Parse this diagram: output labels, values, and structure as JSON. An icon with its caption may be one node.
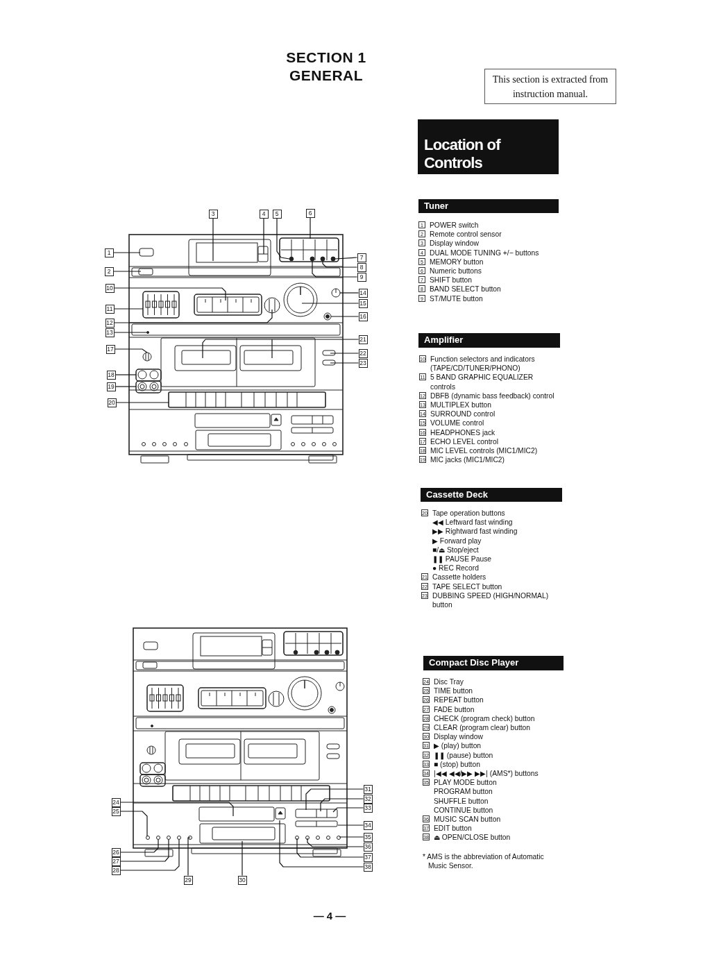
{
  "diagram": {
    "title": "SECTION 1 GENERAL",
    "nodes": [
      {
        "text": [
          "This section is extracted from instruction manual."
        ]
      },
      {
        "text": [
          "Location of Controls"
        ]
      },
      {
        "text": [
          "Tuner"
        ]
      },
      {
        "text": [
          "Amplifier"
        ]
      },
      {
        "text": [
          "Cassette Deck"
        ]
      },
      {
        "text": [
          "Compact Disc Player"
        ]
      },
      {
        "text": [
          "1"
        ]
      },
      {
        "text": [
          "2"
        ]
      },
      {
        "text": [
          "3"
        ]
      },
      {
        "text": [
          "4"
        ]
      },
      {
        "text": [
          "5"
        ]
      },
      {
        "text": [
          "6"
        ]
      },
      {
        "text": [
          "7"
        ]
      },
      {
        "text": [
          "8"
        ]
      },
      {
        "text": [
          "9"
        ]
      },
      {
        "text": [
          "10"
        ]
      },
      {
        "text": [
          "11"
        ]
      },
      {
        "text": [
          "12"
        ]
      },
      {
        "text": [
          "13"
        ]
      },
      {
        "text": [
          "14"
        ]
      },
      {
        "text": [
          "15"
        ]
      },
      {
        "text": [
          "16"
        ]
      },
      {
        "text": [
          "17"
        ]
      },
      {
        "text": [
          "18"
        ]
      },
      {
        "text": [
          "19"
        ]
      },
      {
        "text": [
          "20"
        ]
      },
      {
        "text": [
          "21"
        ]
      },
      {
        "text": [
          "22"
        ]
      },
      {
        "text": [
          "23"
        ]
      },
      {
        "text": [
          "24"
        ]
      },
      {
        "text": [
          "25"
        ]
      },
      {
        "text": [
          "26"
        ]
      },
      {
        "text": [
          "27"
        ]
      },
      {
        "text": [
          "28"
        ]
      },
      {
        "text": [
          "29"
        ]
      },
      {
        "text": [
          "30"
        ]
      },
      {
        "text": [
          "31"
        ]
      },
      {
        "text": [
          "32"
        ]
      },
      {
        "text": [
          "33"
        ]
      },
      {
        "text": [
          "34"
        ]
      },
      {
        "text": [
          "35"
        ]
      },
      {
        "text": [
          "36"
        ]
      },
      {
        "text": [
          "37"
        ]
      },
      {
        "text": [
          "38"
        ]
      }
    ],
    "edges": [
      {
        "from": 6,
        "to": null,
        "arrow": "none"
      },
      {
        "from": 7,
        "to": null,
        "arrow": "none"
      },
      {
        "from": 8,
        "to": null,
        "arrow": "none"
      },
      {
        "from": 9,
        "to": null,
        "arrow": "none"
      },
      {
        "from": 10,
        "to": null,
        "arrow": "none"
      },
      {
        "from": 11,
        "to": null,
        "arrow": "none"
      },
      {
        "from": 12,
        "to": null,
        "arrow": "none"
      },
      {
        "from": 13,
        "to": null,
        "arrow": "none"
      },
      {
        "from": 14,
        "to": null,
        "arrow": "none"
      },
      {
        "from": 15,
        "to": null,
        "arrow": "none"
      },
      {
        "from": 16,
        "to": null,
        "arrow": "none"
      },
      {
        "from": 17,
        "to": null,
        "arrow": "none"
      },
      {
        "from": 18,
        "to": null,
        "arrow": "none"
      },
      {
        "from": 19,
        "to": null,
        "arrow": "none"
      },
      {
        "from": 20,
        "to": null,
        "arrow": "none"
      },
      {
        "from": 21,
        "to": null,
        "arrow": "none"
      },
      {
        "from": 22,
        "to": null,
        "arrow": "none"
      },
      {
        "from": 23,
        "to": null,
        "arrow": "none"
      },
      {
        "from": 24,
        "to": null,
        "arrow": "none"
      },
      {
        "from": 25,
        "to": null,
        "arrow": "none"
      },
      {
        "from": 26,
        "to": null,
        "arrow": "none"
      },
      {
        "from": 27,
        "to": null,
        "arrow": "none"
      },
      {
        "from": 28,
        "to": null,
        "arrow": "none"
      },
      {
        "from": 29,
        "to": null,
        "arrow": "none"
      },
      {
        "from": 30,
        "to": null,
        "arrow": "none"
      },
      {
        "from": 31,
        "to": null,
        "arrow": "none"
      },
      {
        "from": 32,
        "to": null,
        "arrow": "none"
      },
      {
        "from": 33,
        "to": null,
        "arrow": "none"
      },
      {
        "from": 34,
        "to": null,
        "arrow": "none"
      },
      {
        "from": 35,
        "to": null,
        "arrow": "none"
      },
      {
        "from": 36,
        "to": null,
        "arrow": "none"
      },
      {
        "from": 37,
        "to": null,
        "arrow": "none"
      },
      {
        "from": 38,
        "to": null,
        "arrow": "none"
      },
      {
        "from": 39,
        "to": null,
        "arrow": "none"
      },
      {
        "from": 40,
        "to": null,
        "arrow": "none"
      },
      {
        "from": 41,
        "to": null,
        "arrow": "none"
      },
      {
        "from": 42,
        "to": null,
        "arrow": "none"
      },
      {
        "from": 43,
        "to": null,
        "arrow": "none"
      }
    ],
    "labels": [
      "1",
      "POWER switch",
      "2",
      "Remote control sensor",
      "3",
      "Display window",
      "4",
      "DUAL MODE TUNING +/− buttons",
      "5",
      "MEMORY button",
      "6",
      "Numeric buttons",
      "7",
      "SHIFT button",
      "8",
      "BAND SELECT button",
      "9",
      "ST/MUTE button",
      "10",
      "Function selectors and indicators (TAPE/CD/TUNER/PHONO)",
      "11",
      "5 BAND GRAPHIC EQUALIZER controls",
      "12",
      "DBFB (dynamic bass feedback) control",
      "13",
      "MULTIPLEX button",
      "14",
      "SURROUND control",
      "15",
      "VOLUME control",
      "16",
      "HEADPHONES jack",
      "17",
      "ECHO LEVEL control",
      "18",
      "MIC LEVEL controls (MIC1/MIC2)",
      "19",
      "MIC jacks (MIC1/MIC2)",
      "20",
      "Tape operation buttons",
      "◀◀ Leftward fast winding",
      "▶▶ Rightward fast winding",
      "▶ Forward play",
      "■/⏏ Stop/eject",
      "❚❚ PAUSE Pause",
      "● REC Record",
      "21",
      "Cassette holders",
      "22",
      "TAPE SELECT button",
      "23",
      "DUBBING SPEED (HIGH/NORMAL) button",
      "24",
      "Disc Tray",
      "25",
      "TIME button",
      "26",
      "REPEAT button",
      "27",
      "FADE button",
      "28",
      "CHECK (program check) button",
      "29",
      "CLEAR (program clear) button",
      "30",
      "Display window",
      "31",
      "▶ (play) button",
      "32",
      "❚❚ (pause) button",
      "33",
      "■ (stop) button",
      "34",
      "|◀◀ ◀◀/▶▶ ▶▶| (AMS*) buttons",
      "35",
      "PLAY MODE button",
      "PROGRAM button",
      "SHUFFLE button",
      "CONTINUE button",
      "36",
      "MUSIC SCAN button",
      "37",
      "EDIT button",
      "38",
      "⏏ OPEN/CLOSE button",
      "* AMS is the abbreviation of Automatic Music Sensor.",
      "— 4 —"
    ]
  }
}
